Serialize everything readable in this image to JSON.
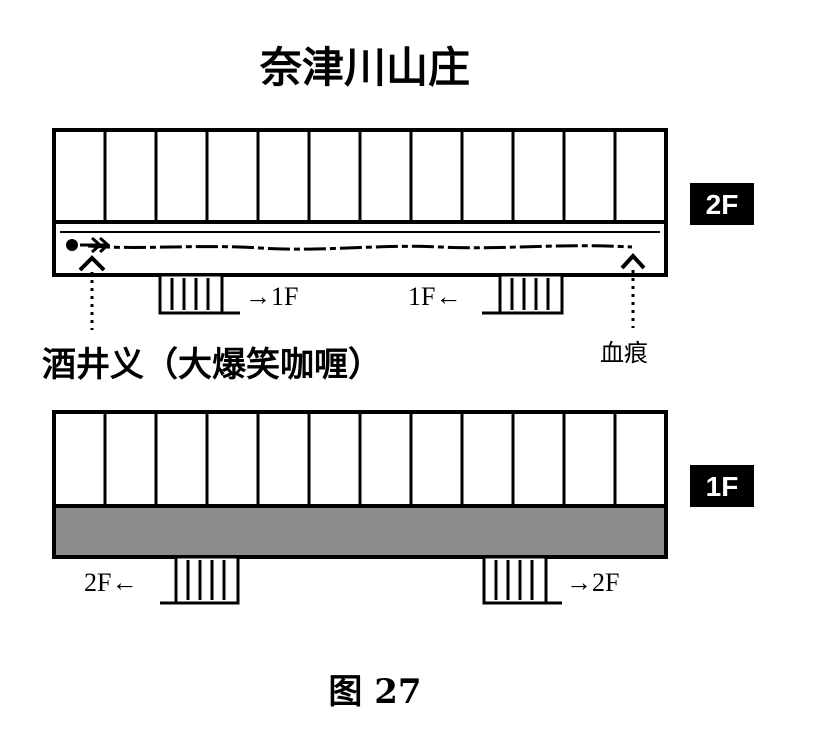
{
  "title": "奈津川山庄",
  "floor2": {
    "badge": "2F",
    "rooms": 12
  },
  "floor1": {
    "badge": "1F",
    "rooms": 12
  },
  "labels": {
    "victim": "酒井义（大爆笑咖喱）",
    "blood": "血痕"
  },
  "stairs": {
    "f2_left": "→1F",
    "f2_right": "1F←",
    "f1_left": "2F←",
    "f1_right": "→2F"
  },
  "caption": "图 27",
  "colors": {
    "corridor_1f": "#8c8c8c",
    "ink": "#000000",
    "paper": "#ffffff"
  }
}
